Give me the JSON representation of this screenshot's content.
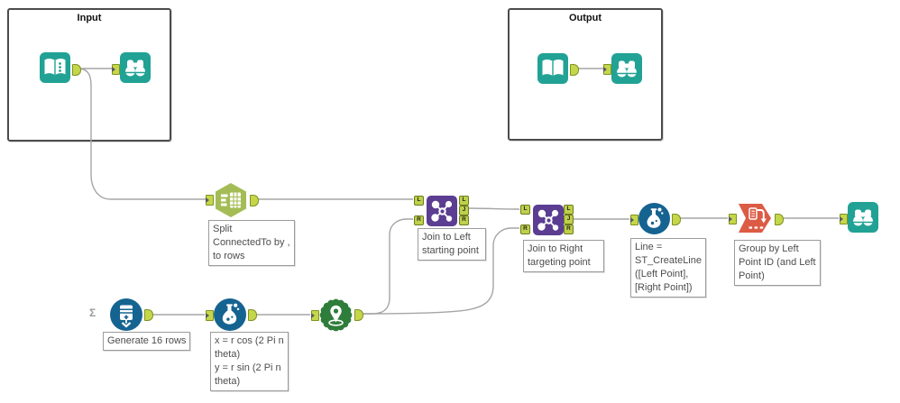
{
  "containers": {
    "input": {
      "title": "Input"
    },
    "output": {
      "title": "Output"
    }
  },
  "annotations": {
    "split": {
      "lines": [
        "Split",
        "ConnectedTo by ,",
        "to rows"
      ]
    },
    "join_left": {
      "lines": [
        "Join to Left",
        "starting point"
      ]
    },
    "join_right": {
      "lines": [
        "Join to Right",
        "targeting point"
      ]
    },
    "formula_line": {
      "lines": [
        "Line =",
        "ST_CreateLine",
        "([Left Point],",
        "[Right Point])"
      ]
    },
    "summarize": {
      "lines": [
        "Group by Left",
        "Point ID (and Left",
        "Point)"
      ]
    },
    "generate_rows": {
      "lines": [
        "Generate 16 rows"
      ]
    },
    "formula_xy": {
      "lines": [
        "x = r cos (2 Pi n",
        "theta)",
        "y = r sin (2 Pi n",
        "theta)"
      ]
    }
  },
  "anchors": {
    "in_letters": [
      "L",
      "R"
    ],
    "out_letters": [
      "L",
      "J",
      "R"
    ],
    "optional_glyph": "Σ"
  },
  "icons": {
    "input_data": "book-icon",
    "browse": "binoculars-icon",
    "text_to_columns": "split-to-columns-icon",
    "join": "join-molecule-icon",
    "formula": "flask-icon",
    "summarize": "summarize-list-arrow-icon",
    "generate_rows": "generate-rows-icon",
    "create_points": "map-pin-icon",
    "optional_input": "sigma-icon"
  },
  "colors": {
    "teal": "#21a295",
    "olive_green": "#a4bc55",
    "purple": "#5b3d91",
    "blue": "#156391",
    "orange": "#dc5b45",
    "dark_green": "#2e7d3a",
    "anchor_green": "#c6d64a",
    "wire_grey": "#a5a5a5"
  }
}
